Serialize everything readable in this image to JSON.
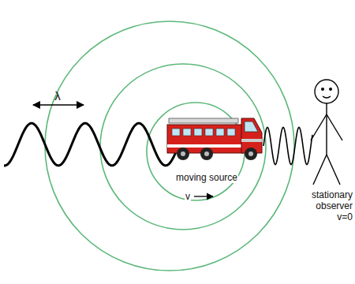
{
  "diagram": {
    "labels": [
      "λ",
      "moving source",
      "v",
      "stationary observer v=0"
    ]
  }
}
